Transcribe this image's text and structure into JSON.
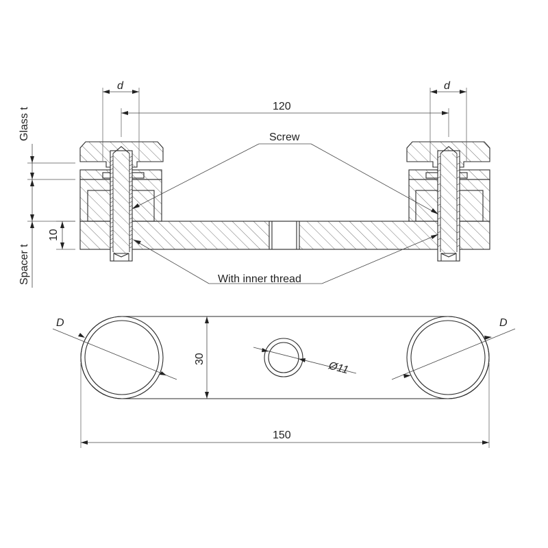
{
  "drawing": {
    "labels": {
      "d_left": "d",
      "d_right": "d",
      "spacing_120": "120",
      "screw": "Screw",
      "glass_t": "Glass t",
      "spacer_t": "Spacer t",
      "height_10": "10",
      "inner_thread": "With inner thread",
      "D_left": "D",
      "D_right": "D",
      "height_30": "30",
      "hole_dia": "Ø11",
      "length_150": "150"
    }
  }
}
